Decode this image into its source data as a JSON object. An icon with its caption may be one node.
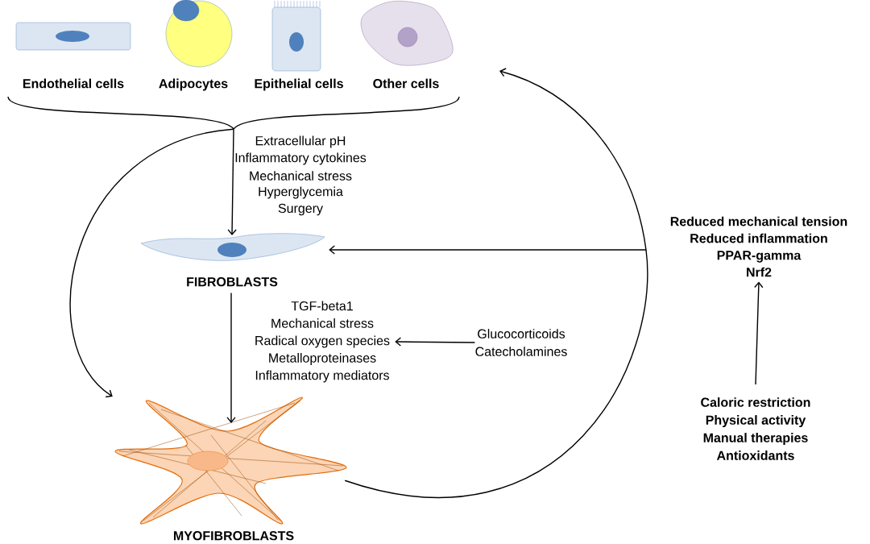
{
  "diagram": {
    "nodes": [
      {
        "text": [
          "Endothelial cells"
        ]
      },
      {
        "text": [
          "Adipocytes"
        ]
      },
      {
        "text": [
          "Epithelial cells"
        ]
      },
      {
        "text": [
          "Other cells"
        ]
      },
      {
        "text": [
          "FIBROBLASTS"
        ]
      },
      {
        "text": [
          "MYOFIBROBLASTS"
        ]
      },
      {
        "text": [
          "TGF-beta1",
          "Mechanical stress",
          "Radical oxygen species",
          "Metalloproteinases",
          "Inflammatory mediators"
        ]
      },
      {
        "text": [
          "Glucocorticoids",
          "Catecholamines"
        ]
      },
      {
        "text": [
          "Reduced mechanical tension",
          "Reduced inflammation",
          "PPAR-gamma",
          "Nrf2"
        ]
      },
      {
        "text": [
          "Caloric restriction",
          "Physical activity",
          "Manual therapies",
          "Antioxidants"
        ]
      },
      {
        "text": [],
        "shape": "brace"
      }
    ],
    "edges": [
      {
        "from": 10,
        "to": 4,
        "arrow": "to"
      },
      {
        "from": 10,
        "to": 5,
        "arrow": "to"
      },
      {
        "from": 4,
        "to": 5,
        "arrow": "to"
      },
      {
        "from": 7,
        "to": 6,
        "arrow": "to"
      },
      {
        "from": 5,
        "to": null,
        "arrow": "to"
      },
      {
        "from": null,
        "to": 4,
        "arrow": "to"
      },
      {
        "from": 9,
        "to": 8,
        "arrow": "to"
      }
    ],
    "labels": [
      "Extracellular pH",
      "Inflammatory cytokines",
      "Mechanical stress",
      "Hyperglycemia",
      "Surgery"
    ]
  }
}
